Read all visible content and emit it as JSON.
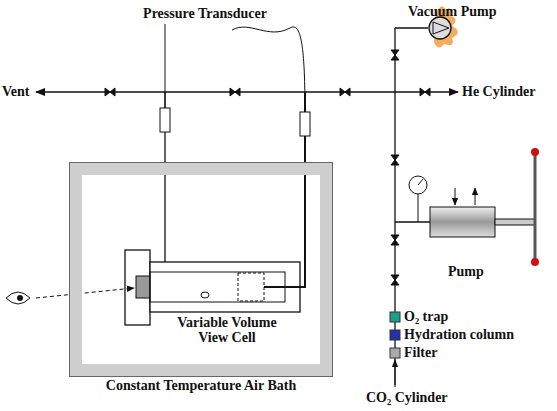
{
  "diagram": {
    "nodes": [
      {
        "text": [
          "Constant Temperature Air Bath"
        ]
      },
      {
        "text": [
          "Variable Volume View Cell"
        ],
        "in": 0
      }
    ],
    "labels": [
      "Pressure Transducer",
      "Vacuum Pump",
      "Vent",
      "He Cylinder",
      "Pump",
      "O₂ trap",
      "Hydration column",
      "Filter",
      "CO₂ Cylinder"
    ]
  }
}
